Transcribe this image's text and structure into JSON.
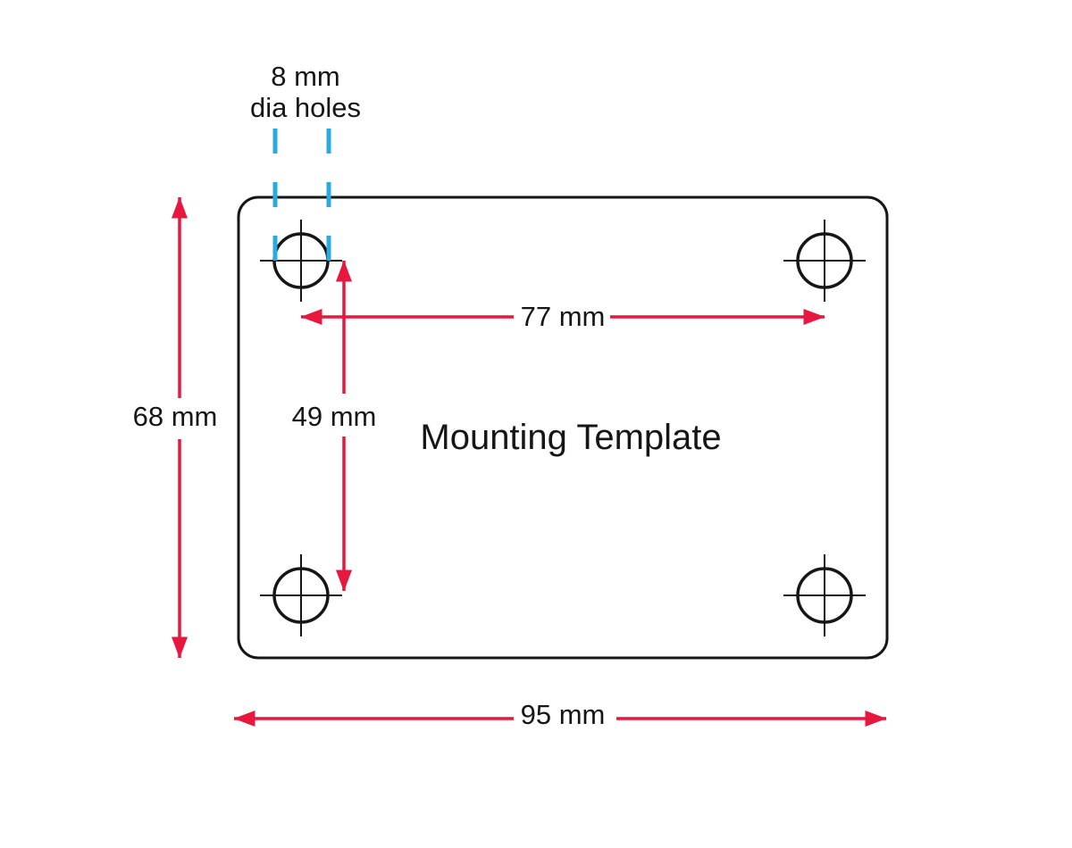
{
  "title": "Mounting Template",
  "callout": {
    "line1": "8 mm",
    "line2": "dia holes"
  },
  "dimensions": {
    "plate_height": {
      "label": "68 mm"
    },
    "hole_pitch_vertical": {
      "label": "49 mm"
    },
    "hole_pitch_horizontal": {
      "label": "77 mm"
    },
    "plate_width": {
      "label": "95 mm"
    }
  },
  "colors": {
    "dimension-color": "#E8173D",
    "guide-color": "#29ABE2",
    "line-color": "#161616",
    "text-color": "#161616"
  }
}
